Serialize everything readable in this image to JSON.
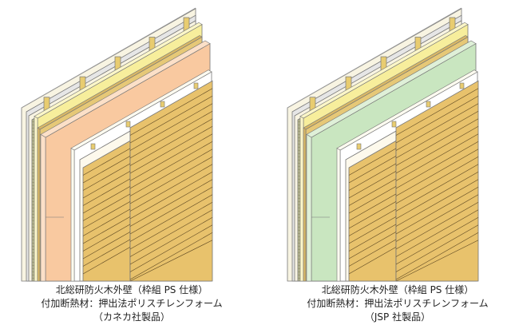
{
  "diagrams": [
    {
      "title": "北総研防火木外壁（枠組 PS 仕様）",
      "insulation": "付加断熱材：押出法ポリスチレンフォーム",
      "maker": "（カネカ社製品）",
      "foam_color": "#f9c9a0",
      "foam_top_color": "#fce0c8"
    },
    {
      "title": "北総研防火木外壁（枠組 PS 仕様）",
      "insulation": "付加断熱材：押出法ポリスチレンフォーム",
      "maker": "（JSP 社製品）",
      "foam_color": "#c9e6c0",
      "foam_top_color": "#dff0d8"
    }
  ],
  "colors": {
    "gypsum": "#f8f4e2",
    "gray_board": "#e6e6e6",
    "glass_wool": "#b8b890",
    "yellow_board": "#f7ee9c",
    "structural_board": "#e6c877",
    "wrap": "#ffffff",
    "siding": "#e8c26c",
    "stud": "#e8cc70",
    "outline": "#777777"
  }
}
